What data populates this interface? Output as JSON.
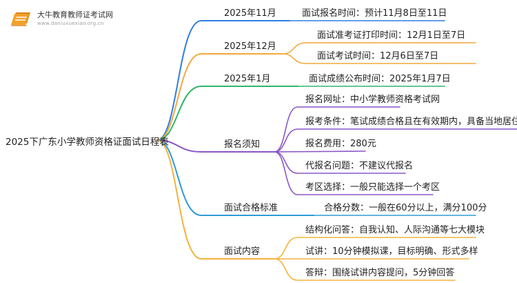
{
  "logo": {
    "title": "大牛教育教师证考试网",
    "url": "www.daniuxuexiao.org.cn",
    "colors": {
      "book": "#f0a22a",
      "bookDark": "#d9831c",
      "lines": "#ffffff"
    }
  },
  "root": {
    "label": "2025下广东小学教师资格证面试日程表"
  },
  "branches": [
    {
      "label": "2025年11月",
      "color": "#2f7de1",
      "leaves": [
        "面试报名时间：预计11月8日至11日"
      ]
    },
    {
      "label": "2025年12月",
      "color": "#f2a93b",
      "leaves": [
        "面试准考证打印时间：12月1日至7日",
        "面试考试时间：12月6日至7日"
      ]
    },
    {
      "label": "2025年1月",
      "color": "#2fb56a",
      "leaves": [
        "面试成绩公布时间：2025年1月7日"
      ]
    },
    {
      "label": "报名须知",
      "color": "#8a56c9",
      "leaves": [
        "报名网址：中小学教师资格考试网",
        "报考条件：笔试成绩合格且在有效期内，具备当地居住证",
        "报名费用：280元",
        "代报名问题：不建议代报名",
        "考区选择：一般只能选择一个考区"
      ]
    },
    {
      "label": "面试合格标准",
      "color": "#2e9bd6",
      "leaves": [
        "合格分数：一般在60分以上，满分100分"
      ]
    },
    {
      "label": "面试内容",
      "color": "#f2b33b",
      "leaves": [
        "结构化问答：自我认知、人际沟通等七大模块",
        "试讲：10分钟模拟课，目标明确、形式多样",
        "答辩：围绕试讲内容提问，5分钟回答"
      ]
    }
  ]
}
